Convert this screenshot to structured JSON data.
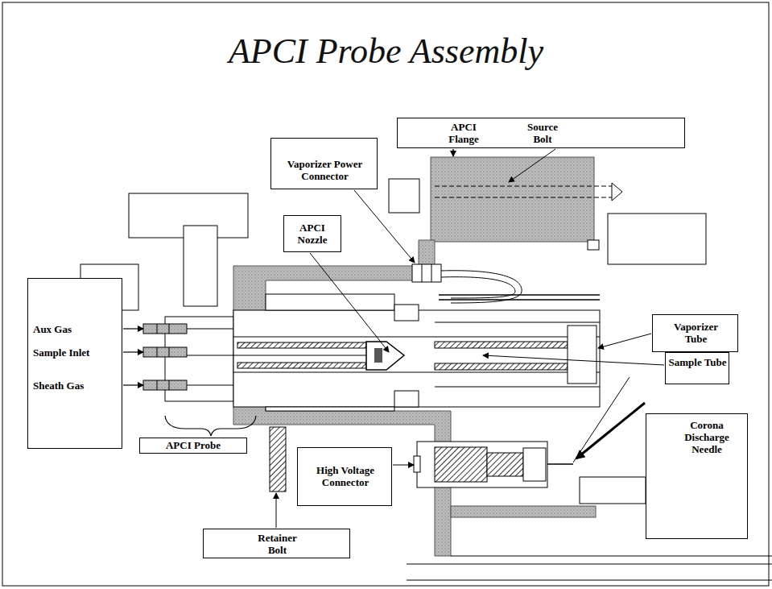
{
  "diagram": {
    "title": "APCI Probe Assembly",
    "nodes": [
      {
        "text": [
          "APCI Flange",
          "Source Bolt"
        ]
      },
      {
        "text": [
          "Vaporizer Power Connector"
        ]
      },
      {
        "text": [
          "APCI Nozzle"
        ]
      },
      {
        "text": [
          "Aux Gas",
          "Sample Inlet",
          "Sheath Gas"
        ]
      },
      {
        "text": [
          "Vaporizer Tube"
        ]
      },
      {
        "text": [
          "Sample Tube"
        ]
      },
      {
        "text": [
          "Corona Discharge Needle"
        ]
      },
      {
        "text": [
          "High Voltage Connector"
        ]
      },
      {
        "text": [
          "APCI Probe"
        ]
      },
      {
        "text": [
          "Retainer Bolt"
        ]
      }
    ]
  }
}
